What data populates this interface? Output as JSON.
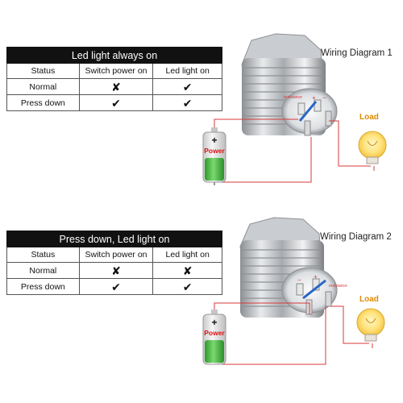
{
  "diagram1": {
    "table_title": "Led light always on",
    "headers": [
      "Status",
      "Switch power on",
      "Led light on"
    ],
    "rows": [
      {
        "status": "Normal",
        "switch_power_on": "✘",
        "led_light_on": "✔"
      },
      {
        "status": "Press down",
        "switch_power_on": "✔",
        "led_light_on": "✔"
      }
    ],
    "title": "Wiring Diagram 1",
    "battery_label": "Power",
    "battery_plus": "+",
    "load_label": "Load",
    "resistance_label": "resistance",
    "pin_plus": "+",
    "pin_minus": "−"
  },
  "diagram2": {
    "table_title": "Press down, Led light on",
    "headers": [
      "Status",
      "Switch power on",
      "Led light on"
    ],
    "rows": [
      {
        "status": "Normal",
        "switch_power_on": "✘",
        "led_light_on": "✘"
      },
      {
        "status": "Press down",
        "switch_power_on": "✔",
        "led_light_on": "✔"
      }
    ],
    "title": "Wiring Diagram 2",
    "battery_label": "Power",
    "battery_plus": "+",
    "load_label": "Load",
    "resistance_label": "resistance",
    "pin_plus": "+",
    "pin_minus": "−"
  },
  "colors": {
    "table_header_bg": "#111111",
    "wire": "#d93a3a",
    "load_text": "#e08a00",
    "power_text": "#e01010",
    "battery_green": "#3db13a",
    "resistance_text": "#d93a3a",
    "resistor_blue": "#2a66c8"
  }
}
